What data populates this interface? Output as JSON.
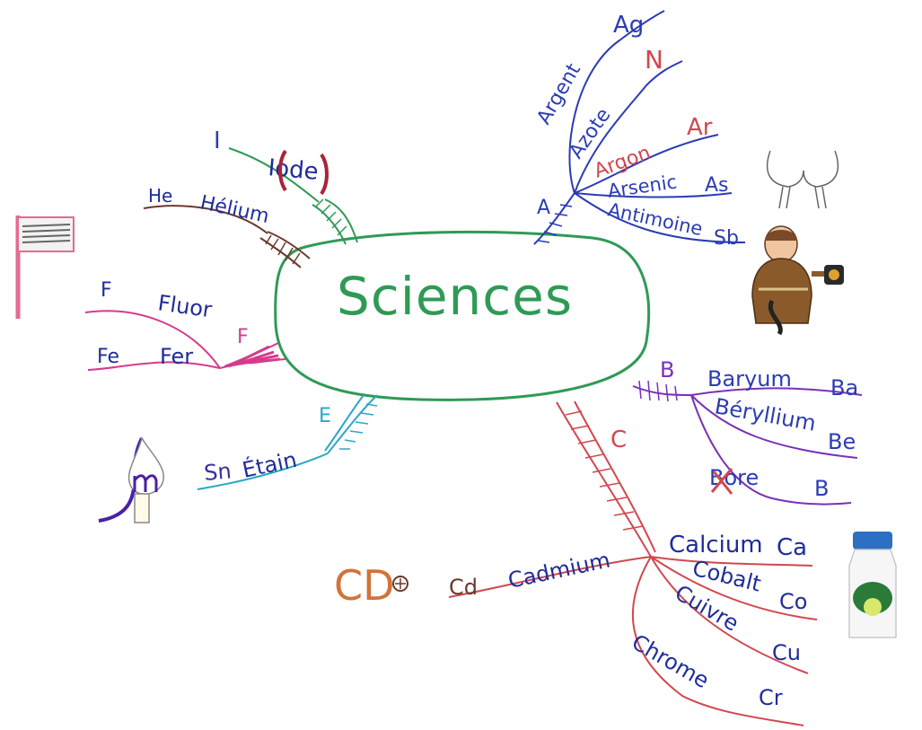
{
  "center": {
    "title": "Sciences"
  },
  "colors": {
    "green": "#2f9a55",
    "blue": "#2b3cb5",
    "pink": "#d43b8c",
    "purple": "#7a31b8",
    "red": "#d2474f",
    "teal": "#2aa7c5",
    "brown": "#6a3a2a"
  },
  "branches": {
    "A": {
      "letter": "A",
      "items": [
        {
          "name": "Argent",
          "symbol": "Ag"
        },
        {
          "name": "Azote",
          "symbol": "N"
        },
        {
          "name": "Argon",
          "symbol": "Ar"
        },
        {
          "name": "Arsenic",
          "symbol": "As"
        },
        {
          "name": "Antimoine",
          "symbol": "Sb"
        }
      ]
    },
    "B": {
      "letter": "B",
      "items": [
        {
          "name": "Baryum",
          "symbol": "Ba"
        },
        {
          "name": "Béryllium",
          "symbol": "Be"
        },
        {
          "name": "Bore",
          "symbol": "B"
        }
      ]
    },
    "C": {
      "letter": "C",
      "items": [
        {
          "name": "Calcium",
          "symbol": "Ca"
        },
        {
          "name": "Cobalt",
          "symbol": "Co"
        },
        {
          "name": "Cuivre",
          "symbol": "Cu"
        },
        {
          "name": "Chrome",
          "symbol": "Cr"
        },
        {
          "name": "Cadmium",
          "symbol": "Cd"
        }
      ],
      "cd_drawing_text": "CD"
    },
    "E": {
      "letter": "E",
      "items": [
        {
          "name": "Étain",
          "symbol": "Sn"
        }
      ]
    },
    "F": {
      "letter": "F",
      "items": [
        {
          "name": "Fluor",
          "symbol": "F"
        },
        {
          "name": "Fer",
          "symbol": "Fe"
        }
      ]
    },
    "H": {
      "items": [
        {
          "name": "Hélium",
          "symbol": "He"
        }
      ]
    },
    "I": {
      "items": [
        {
          "name": "Iode",
          "symbol": "I"
        }
      ]
    }
  },
  "icons": {
    "flag": "flag-icon",
    "candle": "candle-icon",
    "monk": "monk-icon",
    "buttocks": "buttocks-sketch-icon",
    "milk": "milk-bottle-icon",
    "cd": "cd-icon"
  }
}
